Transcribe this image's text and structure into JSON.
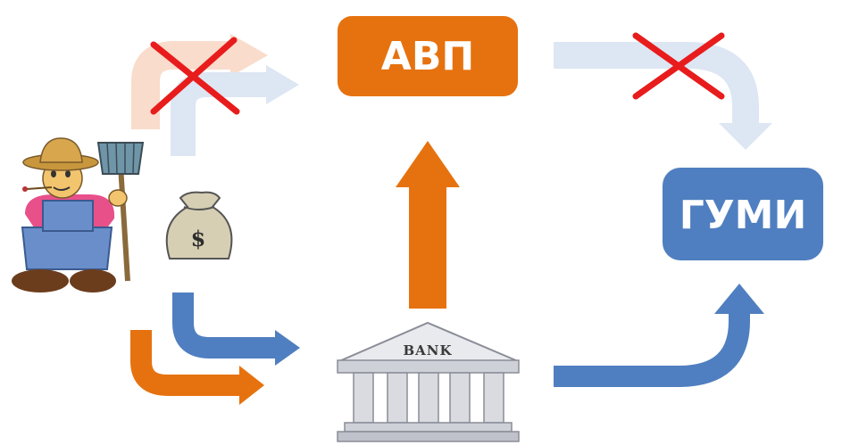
{
  "nodes": {
    "avp": {
      "label": "АВП",
      "color": "#e6720f"
    },
    "gumi": {
      "label": "ГУМИ",
      "color": "#4f7fc0"
    }
  },
  "bank": {
    "label": "BANK"
  },
  "money_bag": {
    "symbol": "$"
  },
  "colors": {
    "orange": "#e6720f",
    "blue": "#4f7fc0",
    "faded_orange": "#f9dccb",
    "faded_blue": "#dde6f3",
    "cross": "#e81c1c"
  },
  "icons": [
    "farmer-icon",
    "money-bag-icon",
    "bank-icon",
    "cross-icon"
  ]
}
